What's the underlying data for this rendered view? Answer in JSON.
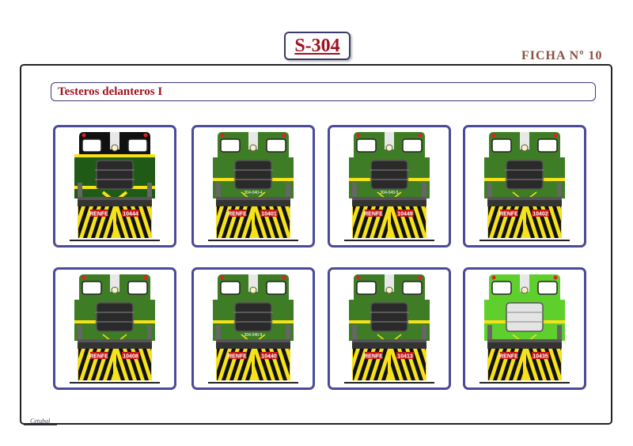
{
  "header": {
    "code": "S-304",
    "sheet": "FICHA Nº 10"
  },
  "section": {
    "title": "Testeros delanteros I"
  },
  "footer": {
    "signature": "Cetubal"
  },
  "locomotives": [
    {
      "number": "10444",
      "owner": "RENFE",
      "scheme": "dark",
      "side_plate": ""
    },
    {
      "number": "10401",
      "owner": "RENFE",
      "scheme": "green",
      "side_plate": "304-040-4"
    },
    {
      "number": "10449",
      "owner": "RENFE",
      "scheme": "green",
      "side_plate": "304-049-5"
    },
    {
      "number": "10402",
      "owner": "RENFE",
      "scheme": "green",
      "side_plate": ""
    },
    {
      "number": "10408",
      "owner": "RENFE",
      "scheme": "green",
      "side_plate": ""
    },
    {
      "number": "10440",
      "owner": "RENFE",
      "scheme": "green",
      "side_plate": "304-040-9"
    },
    {
      "number": "10413",
      "owner": "RENFE",
      "scheme": "green",
      "side_plate": ""
    },
    {
      "number": "10435",
      "owner": "RENFE",
      "scheme": "light",
      "side_plate": ""
    }
  ],
  "colors": {
    "frame": "#222222",
    "card_border": "#4a4a98",
    "title_text": "#a01020",
    "dark_green": "#1f5a16",
    "green": "#3e7d25",
    "light_green": "#5fcf2e",
    "yellow": "#f5e21a",
    "hazard_black": "#111111",
    "plate_red": "#c01818"
  }
}
